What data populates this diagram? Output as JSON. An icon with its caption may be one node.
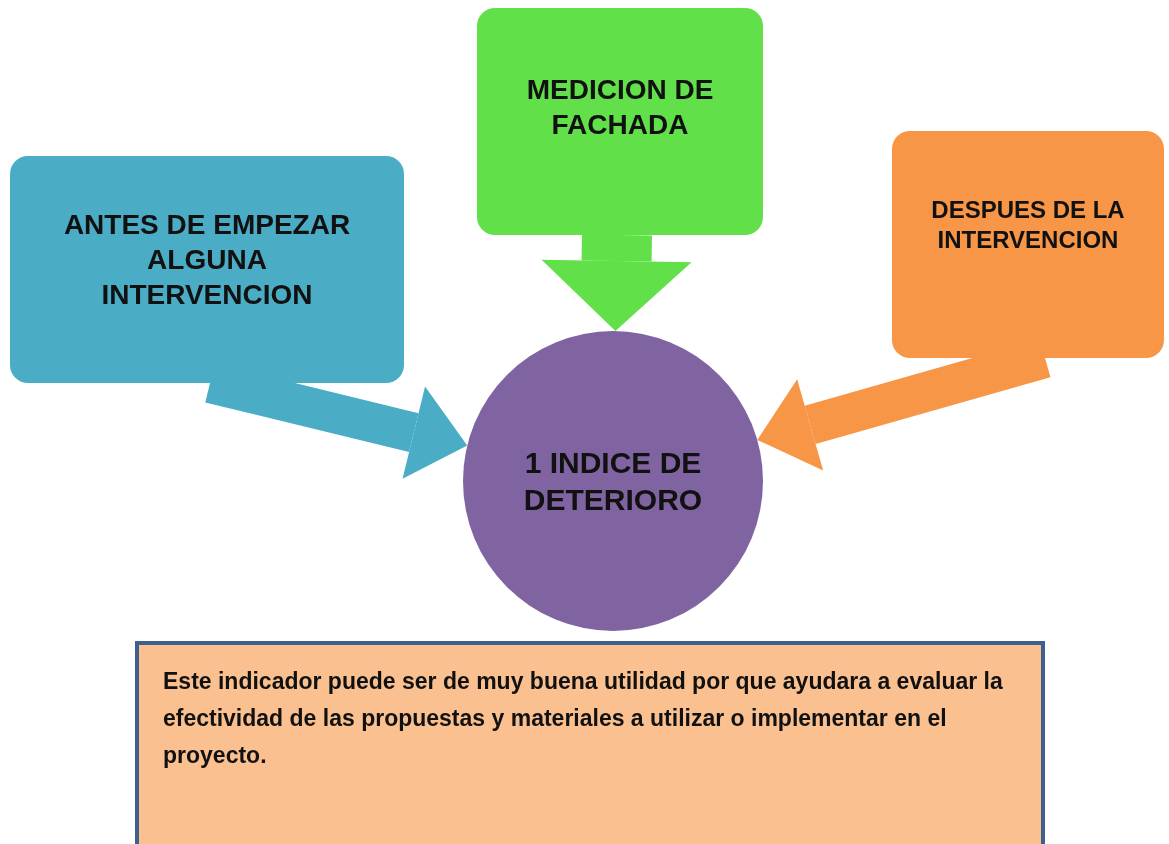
{
  "diagram": {
    "nodes": [
      {
        "text": [
          "ANTES DE EMPEZAR ALGUNA INTERVENCION"
        ]
      },
      {
        "text": [
          "MEDICION DE FACHADA"
        ]
      },
      {
        "text": [
          "DESPUES DE LA INTERVENCION"
        ]
      },
      {
        "text": [
          "1 INDICE DE DETERIORO"
        ]
      },
      {
        "text": [
          "Este indicador puede ser de muy buena utilidad por que ayudara a evaluar la efectividad de las propuestas y materiales a utilizar o implementar en el proyecto."
        ]
      }
    ],
    "edges": [
      {
        "from": 0,
        "to": 3,
        "arrow": "to",
        "color": "#4bacc6"
      },
      {
        "from": 1,
        "to": 3,
        "arrow": "to",
        "color": "#61e04a"
      },
      {
        "from": 2,
        "to": 3,
        "arrow": "to",
        "color": "#f79646"
      }
    ]
  }
}
